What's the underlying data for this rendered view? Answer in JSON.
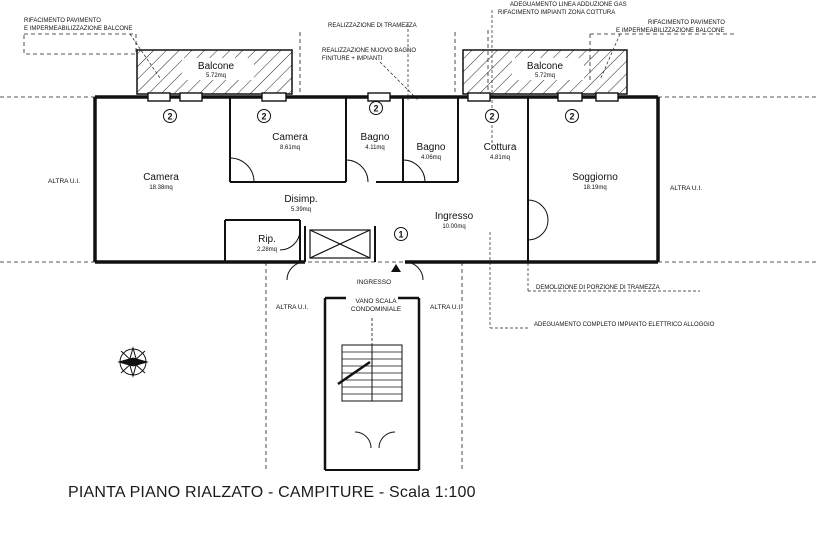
{
  "title": "PIANTA PIANO RIALZATO - CAMPITURE - Scala 1:100",
  "notes": {
    "balcony_left_1": "RIFACIMENTO PAVIMENTO",
    "balcony_left_2": "E IMPERMEABILIZZAZIONE BALCONE",
    "balcony_right_1": "RIFACIMENTO PAVIMENTO",
    "balcony_right_2": "E IMPERMEABILIZZAZIONE BALCONE",
    "tramezza": "REALIZZAZIONE DI TRAMEZZA",
    "bagno_1": "REALIZZAZIONE NUOVO BAGNO",
    "bagno_2": "FINITURE + IMPIANTI",
    "gas_1": "ADEGUAMENTO LINEA ADDUZIONE GAS",
    "gas_2": "RIFACIMENTO IMPIANTI ZONA COTTURA",
    "demolizione": "DEMOLIZIONE DI PORZIONE DI TRAMEZZA",
    "elettrico": "ADEGUAMENTO COMPLETO IMPIANTO ELETTRICO ALLOGGIO"
  },
  "rooms": {
    "balcone_left": {
      "name": "Balcone",
      "area": "5.72mq"
    },
    "balcone_right": {
      "name": "Balcone",
      "area": "5.72mq"
    },
    "camera_1": {
      "name": "Camera",
      "area": "18.38mq"
    },
    "camera_2": {
      "name": "Camera",
      "area": "8.61mq"
    },
    "bagno_1": {
      "name": "Bagno",
      "area": "4.11mq"
    },
    "bagno_2": {
      "name": "Bagno",
      "area": "4.06mq"
    },
    "cottura": {
      "name": "Cottura",
      "area": "4.81mq"
    },
    "soggiorno": {
      "name": "Soggiorno",
      "area": "18.19mq"
    },
    "disimpegno": {
      "name": "Disimp.",
      "area": "5.39mq"
    },
    "ripostiglio": {
      "name": "Rip.",
      "area": "2.28mq"
    },
    "ingresso": {
      "name": "Ingresso",
      "area": "10.00mq"
    }
  },
  "labels": {
    "altra_ui": "ALTRA U.I.",
    "ingresso_stair": "INGRESSO",
    "vano_1": "VANO SCALA",
    "vano_2": "CONDOMINIALE"
  },
  "markers": {
    "window_type": "2",
    "door_type": "1"
  }
}
